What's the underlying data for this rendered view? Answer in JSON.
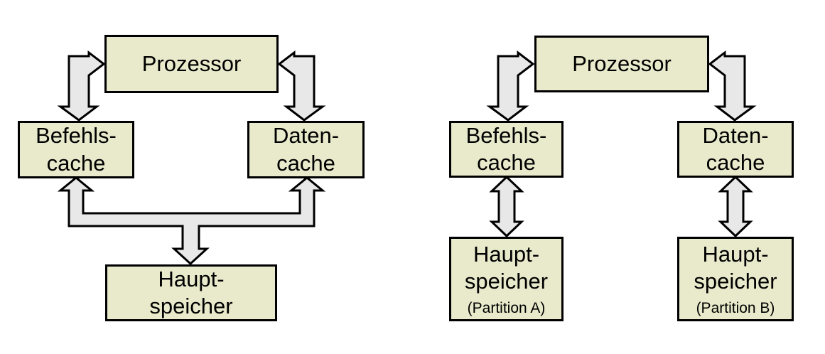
{
  "figure": {
    "left_diagram": {
      "description": "Harvard architecture with separate caches and one shared main memory",
      "nodes": {
        "prozessor": {
          "label": "Prozessor"
        },
        "befehls_cache": {
          "label": "Befehls-\ncache"
        },
        "daten_cache": {
          "label": "Daten-\ncache"
        },
        "haupt_speicher": {
          "label": "Haupt-\nspeicher"
        }
      },
      "edges": [
        {
          "between": [
            "prozessor",
            "befehls_cache"
          ],
          "style": "elbow double-headed block arrow"
        },
        {
          "between": [
            "prozessor",
            "daten_cache"
          ],
          "style": "elbow double-headed block arrow"
        },
        {
          "between": [
            "haupt_speicher",
            "befehls_cache"
          ],
          "style": "branched block arrow (shared trunk)"
        },
        {
          "between": [
            "haupt_speicher",
            "daten_cache"
          ],
          "style": "branched block arrow (shared trunk)"
        }
      ]
    },
    "right_diagram": {
      "description": "Harvard architecture with separate caches and partitioned main memory",
      "nodes": {
        "prozessor": {
          "label": "Prozessor"
        },
        "befehls_cache": {
          "label": "Befehls-\ncache"
        },
        "daten_cache": {
          "label": "Daten-\ncache"
        },
        "haupt_speicher_a": {
          "label": "Haupt-\nspeicher",
          "sublabel": "(Partition A)"
        },
        "haupt_speicher_b": {
          "label": "Haupt-\nspeicher",
          "sublabel": "(Partition B)"
        }
      },
      "edges": [
        {
          "between": [
            "prozessor",
            "befehls_cache"
          ],
          "style": "elbow double-headed block arrow"
        },
        {
          "between": [
            "prozessor",
            "daten_cache"
          ],
          "style": "elbow double-headed block arrow"
        },
        {
          "between": [
            "befehls_cache",
            "haupt_speicher_a"
          ],
          "style": "vertical double-headed block arrow"
        },
        {
          "between": [
            "daten_cache",
            "haupt_speicher_b"
          ],
          "style": "vertical double-headed block arrow"
        }
      ]
    },
    "colors": {
      "background": "#ffffff",
      "box_fill": "#e9e9cb",
      "box_border": "#000000",
      "arrow_fill": "#e8e8e8",
      "arrow_border": "#000000",
      "text": "#000000"
    }
  }
}
